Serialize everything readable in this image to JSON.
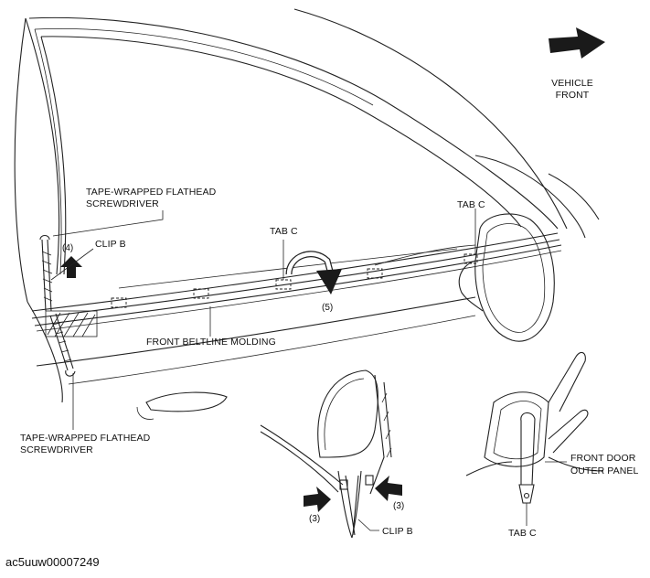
{
  "labels": {
    "vehicle_front": [
      "VEHICLE",
      "FRONT"
    ],
    "screwdriver_top": [
      "TAPE-WRAPPED FLATHEAD",
      "SCREWDRIVER"
    ],
    "step_4": "(4)",
    "clip_b_top": "CLIP B",
    "tab_c_mid": "TAB C",
    "tab_c_right": "TAB C",
    "step_5": "(5)",
    "front_beltline_molding": "FRONT BELTLINE MOLDING",
    "screwdriver_bottom": [
      "TAPE-WRAPPED FLATHEAD",
      "SCREWDRIVER"
    ],
    "step_3_left": "(3)",
    "step_3_right": "(3)",
    "clip_b_bottom": "CLIP B",
    "front_door_outer_panel": [
      "FRONT DOOR",
      "OUTER PANEL"
    ],
    "tab_c_bottom": "TAB C"
  },
  "figure_id": "ac5uuw00007249"
}
